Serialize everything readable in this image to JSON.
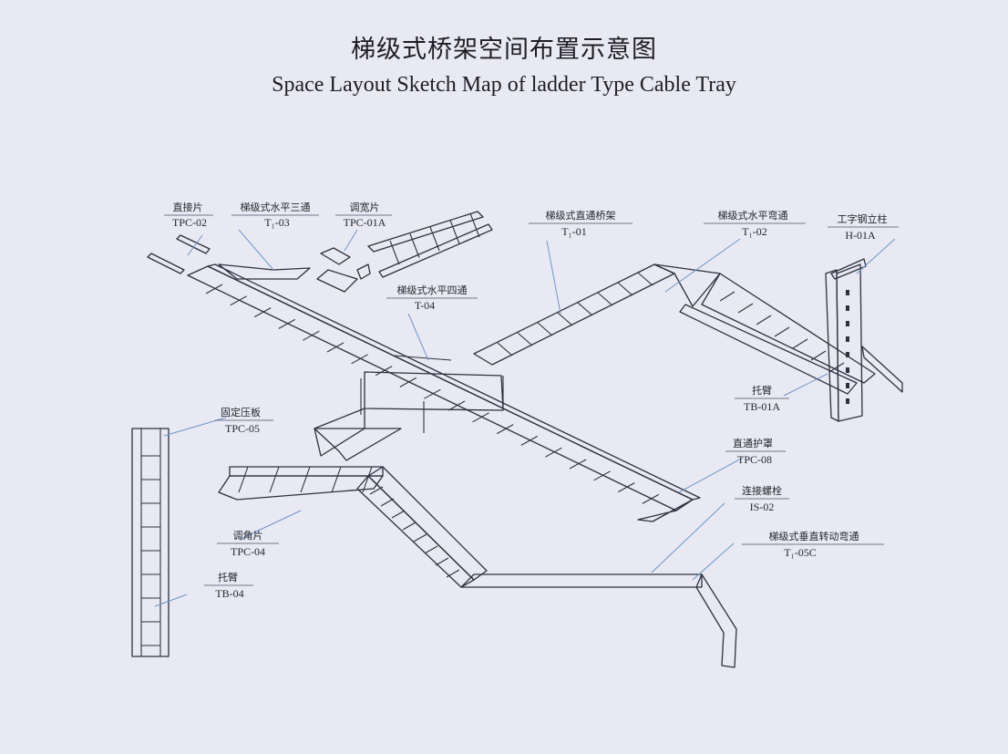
{
  "title_cn": "梯级式桥架空间布置示意图",
  "title_en": "Space Layout Sketch Map of ladder Type Cable Tray",
  "labels": [
    {
      "id": "tpc-02",
      "cn": "直接片",
      "code": "TPC-02"
    },
    {
      "id": "t1-03",
      "cn": "梯级式水平三通",
      "code": "T₁-03"
    },
    {
      "id": "tpc-01a",
      "cn": "调宽片",
      "code": "TPC-01A"
    },
    {
      "id": "t-04",
      "cn": "梯级式水平四通",
      "code": "T-04"
    },
    {
      "id": "t1-01",
      "cn": "梯级式直通桥架",
      "code": "T₁-01"
    },
    {
      "id": "t1-02",
      "cn": "梯级式水平弯通",
      "code": "T₁-02"
    },
    {
      "id": "h-01a",
      "cn": "工字钢立柱",
      "code": "H-01A"
    },
    {
      "id": "tb-01a",
      "cn": "托臂",
      "code": "TB-01A"
    },
    {
      "id": "tpc-05",
      "cn": "固定压板",
      "code": "TPC-05"
    },
    {
      "id": "tpc-08",
      "cn": "直通护罩",
      "code": "TPC-08"
    },
    {
      "id": "is-02",
      "cn": "连接螺栓",
      "code": "IS-02"
    },
    {
      "id": "t1-05c",
      "cn": "梯级式垂直转动弯通",
      "code": "T₁-05C"
    },
    {
      "id": "tpc-04",
      "cn": "调角片",
      "code": "TPC-04"
    },
    {
      "id": "tb-04",
      "cn": "托臂",
      "code": "TB-04"
    }
  ]
}
